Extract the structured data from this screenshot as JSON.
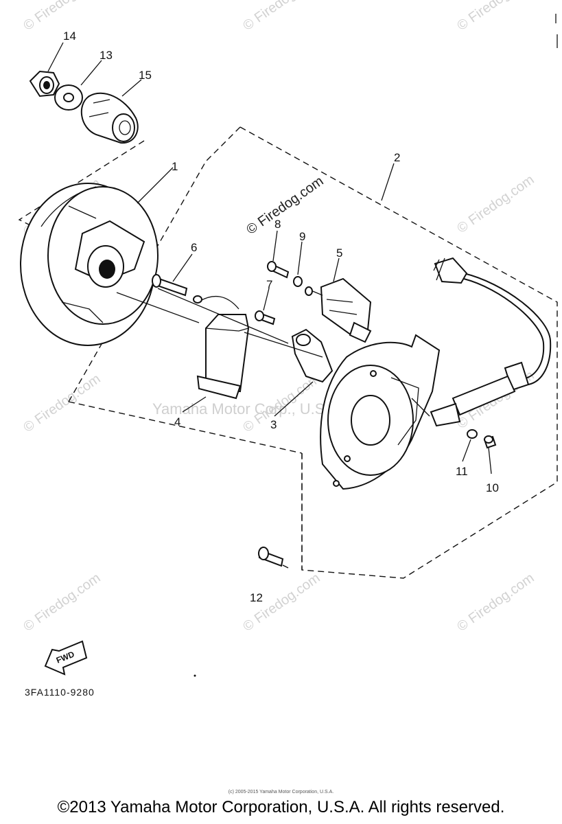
{
  "diagram": {
    "callouts": [
      "14",
      "13",
      "15",
      "1",
      "2",
      "6",
      "8",
      "9",
      "5",
      "7",
      "4",
      "3",
      "11",
      "10",
      "12"
    ],
    "watermarks": [
      "© Firedog.com",
      "Yamaha Motor Corp., U.S.A."
    ],
    "fwd_label": "FWD",
    "part_code": "3FA1110-9280"
  },
  "footer": {
    "fine_print": "(c) 2005-2015 Yamaha Motor Corporation, U.S.A.",
    "copyright": "©2013 Yamaha Motor Corporation, U.S.A. All rights reserved."
  }
}
